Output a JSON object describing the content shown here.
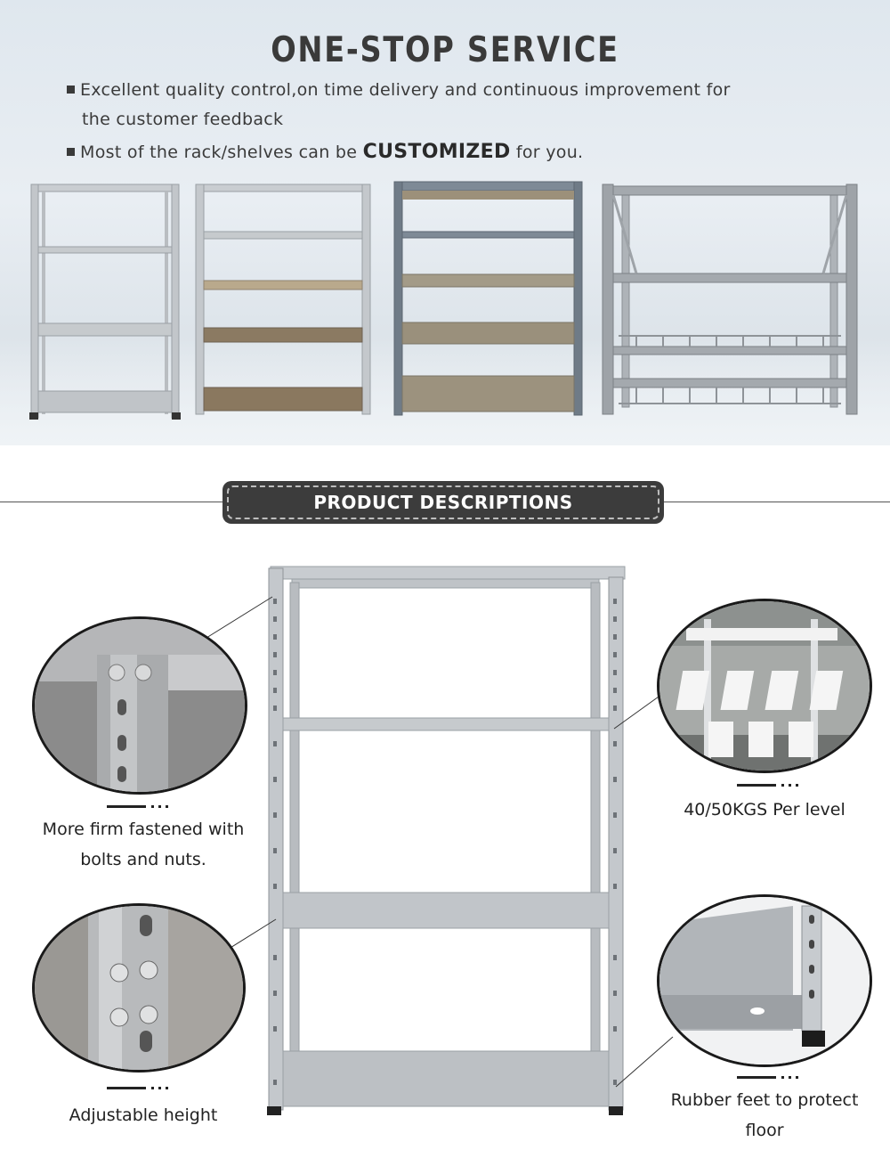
{
  "top": {
    "title": "ONE-STOP SERVICE",
    "bullet1_line1": "Excellent quality control,on time delivery and continuous improvement for",
    "bullet1_line2": "the customer feedback",
    "bullet2_prefix": "Most of the rack/shelves can be ",
    "bullet2_strong": "CUSTOMIZED",
    "bullet2_suffix": " for you."
  },
  "section_header": {
    "label": "PRODUCT DESCRIPTIONS"
  },
  "features": {
    "bolts": {
      "line1": "More firm fastened with",
      "line2": "bolts and nuts."
    },
    "adjustable": {
      "line1": "Adjustable height"
    },
    "load": {
      "line1": "40/50KGS Per level"
    },
    "feet": {
      "line1": "Rubber feet to protect",
      "line2": "floor"
    }
  },
  "colors": {
    "badge_bg": "#3c3c3c",
    "text_dark": "#222222",
    "steel": "#b8bcc0"
  }
}
